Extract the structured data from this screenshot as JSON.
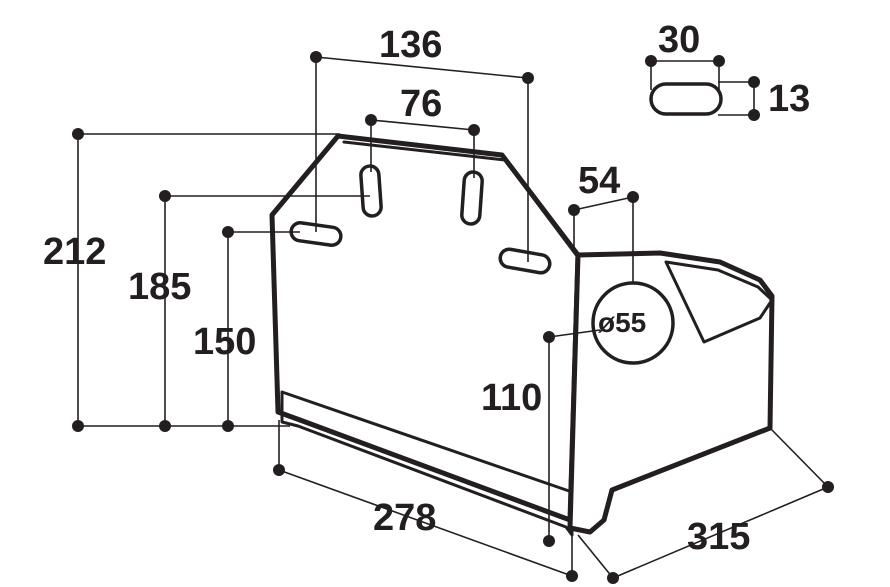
{
  "dimensions": {
    "total_height": "212",
    "mid_height": "185",
    "low_height": "150",
    "front_height": "110",
    "top_slot_spacing": "136",
    "vertical_slot_spacing": "76",
    "hole_offset": "54",
    "hole_diameter": "ø55",
    "length": "278",
    "depth": "315",
    "slot_width": "30",
    "slot_height": "13"
  }
}
